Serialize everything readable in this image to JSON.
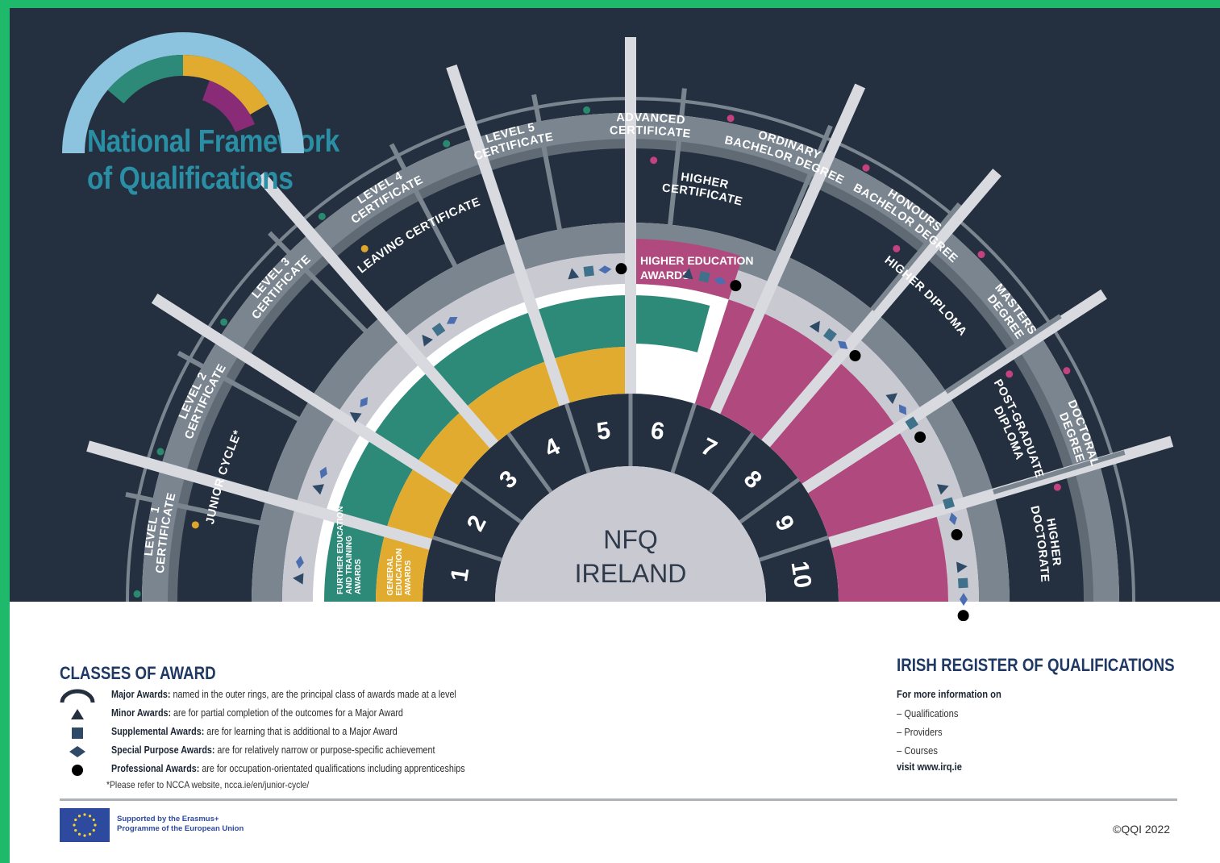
{
  "title": {
    "line1": "National Framework",
    "line2": "of Qualifications"
  },
  "colors": {
    "navy": "#24303f",
    "ring_gray": "#7a8590",
    "light_gray": "#c8c9d1",
    "teal": "#2d8a78",
    "gold": "#e1ab30",
    "magenta": "#b04a7e",
    "title_blue": "#2a8fa5",
    "arch_blue": "#8cc3de",
    "dot_teal": "#2a8a70",
    "dot_gold": "#e0a629",
    "dot_pink": "#c4427f",
    "symbol_navy": "#2e4a66",
    "symbol_teal": "#40718a",
    "symbol_blue": "#4a6eb0"
  },
  "center": {
    "line1": "NFQ",
    "line2": "IRELAND"
  },
  "levels": [
    "1",
    "2",
    "3",
    "4",
    "5",
    "6",
    "7",
    "8",
    "9",
    "10"
  ],
  "outer_awards": [
    {
      "lines": [
        "LEVEL 1",
        "CERTIFICATE"
      ],
      "dot": "teal"
    },
    {
      "lines": [
        "LEVEL 2",
        "CERTIFICATE"
      ],
      "dot": "teal"
    },
    {
      "lines": [
        "LEVEL 3",
        "CERTIFICATE"
      ],
      "dot": "teal"
    },
    {
      "lines": [
        "LEVEL 4",
        "CERTIFICATE"
      ],
      "dot": "teal"
    },
    {
      "lines": [
        "LEVEL 5",
        "CERTIFICATE"
      ],
      "dot": "teal"
    },
    {
      "lines": [
        "ADVANCED",
        "CERTIFICATE"
      ],
      "dot": "teal"
    },
    {
      "lines": [
        "ORDINARY",
        "BACHELOR DEGREE"
      ],
      "dot": "pink"
    },
    {
      "lines": [
        "HONOURS",
        "BACHELOR DEGREE"
      ],
      "dot": "pink"
    },
    {
      "lines": [
        "MASTERS",
        "DEGREE"
      ],
      "dot": "pink"
    },
    {
      "lines": [
        "DOCTORAL",
        "DEGREE"
      ],
      "dot": "pink"
    }
  ],
  "inner_awards": [
    {
      "lines": [
        "JUNIOR CYCLE*"
      ],
      "dot": "gold"
    },
    {
      "lines": [
        "LEAVING CERTIFICATE"
      ],
      "dot": "gold"
    },
    {
      "lines": [
        "HIGHER",
        "CERTIFICATE"
      ],
      "dot": "pink"
    },
    {
      "lines": [
        "HIGHER DIPLOMA"
      ],
      "dot": "pink"
    },
    {
      "lines": [
        "POST-GRADUATE",
        "DIPLOMA"
      ],
      "dot": "pink"
    },
    {
      "lines": [
        "HIGHER",
        "DOCTORATE"
      ],
      "dot": "pink"
    }
  ],
  "bands": {
    "fet": [
      "FURTHER EDUCATION",
      "AND TRAINING",
      "AWARDS"
    ],
    "ge": [
      "GENERAL",
      "EDUCATION",
      "AWARDS"
    ],
    "he": [
      "HIGHER EDUCATION",
      "AWARDS"
    ]
  },
  "legend": {
    "heading": "CLASSES OF AWARD",
    "items": [
      {
        "symbol": "major-arc",
        "bold": "Major Awards:",
        "text": " named in the outer rings, are the principal class of awards made at a level"
      },
      {
        "symbol": "triangle",
        "bold": "Minor Awards:",
        "text": " are for partial completion of the outcomes for a Major Award"
      },
      {
        "symbol": "square",
        "bold": "Supplemental Awards:",
        "text": " are for learning that is additional to a Major Award"
      },
      {
        "symbol": "diamond",
        "bold": "Special Purpose Awards:",
        "text": " are for relatively narrow or purpose-specific achievement"
      },
      {
        "symbol": "circle",
        "bold": "Professional Awards:",
        "text": " are for occupation-orientated qualifications including apprenticeships"
      }
    ],
    "note": "*Please refer to NCCA website, ncca.ie/en/junior-cycle/"
  },
  "irq": {
    "heading": "IRISH REGISTER OF QUALIFICATIONS",
    "subheading": "For more information on",
    "items": [
      "–  Qualifications",
      "–  Providers",
      "–  Courses"
    ],
    "visit": "visit www.irq.ie"
  },
  "eu": {
    "line1": "Supported by the Erasmus+",
    "line2": "Programme of the European Union"
  },
  "copyright": "©QQI 2022"
}
